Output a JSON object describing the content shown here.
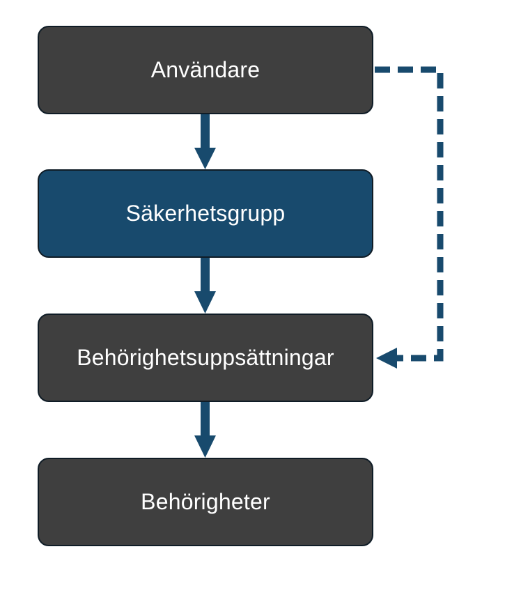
{
  "diagram": {
    "nodes": [
      {
        "id": "anvandare",
        "label": "Användare",
        "style": "dark"
      },
      {
        "id": "sakerhetsgrupp",
        "label": "Säkerhetsgrupp",
        "style": "accent"
      },
      {
        "id": "behorighetsuppsattningar",
        "label": "Behörighetsuppsättningar",
        "style": "dark"
      },
      {
        "id": "behorigheter",
        "label": "Behörigheter",
        "style": "dark"
      }
    ],
    "edges": [
      {
        "from": "anvandare",
        "to": "sakerhetsgrupp",
        "line": "solid"
      },
      {
        "from": "sakerhetsgrupp",
        "to": "behorighetsuppsattningar",
        "line": "solid"
      },
      {
        "from": "behorighetsuppsattningar",
        "to": "behorigheter",
        "line": "solid"
      },
      {
        "from": "anvandare",
        "to": "behorighetsuppsattningar",
        "line": "dashed"
      }
    ]
  },
  "colors": {
    "node_dark": "#3f3f3f",
    "node_accent": "#184a6d",
    "node_border": "#0f1c26",
    "node_text": "#ffffff",
    "arrow": "#184a6d"
  }
}
